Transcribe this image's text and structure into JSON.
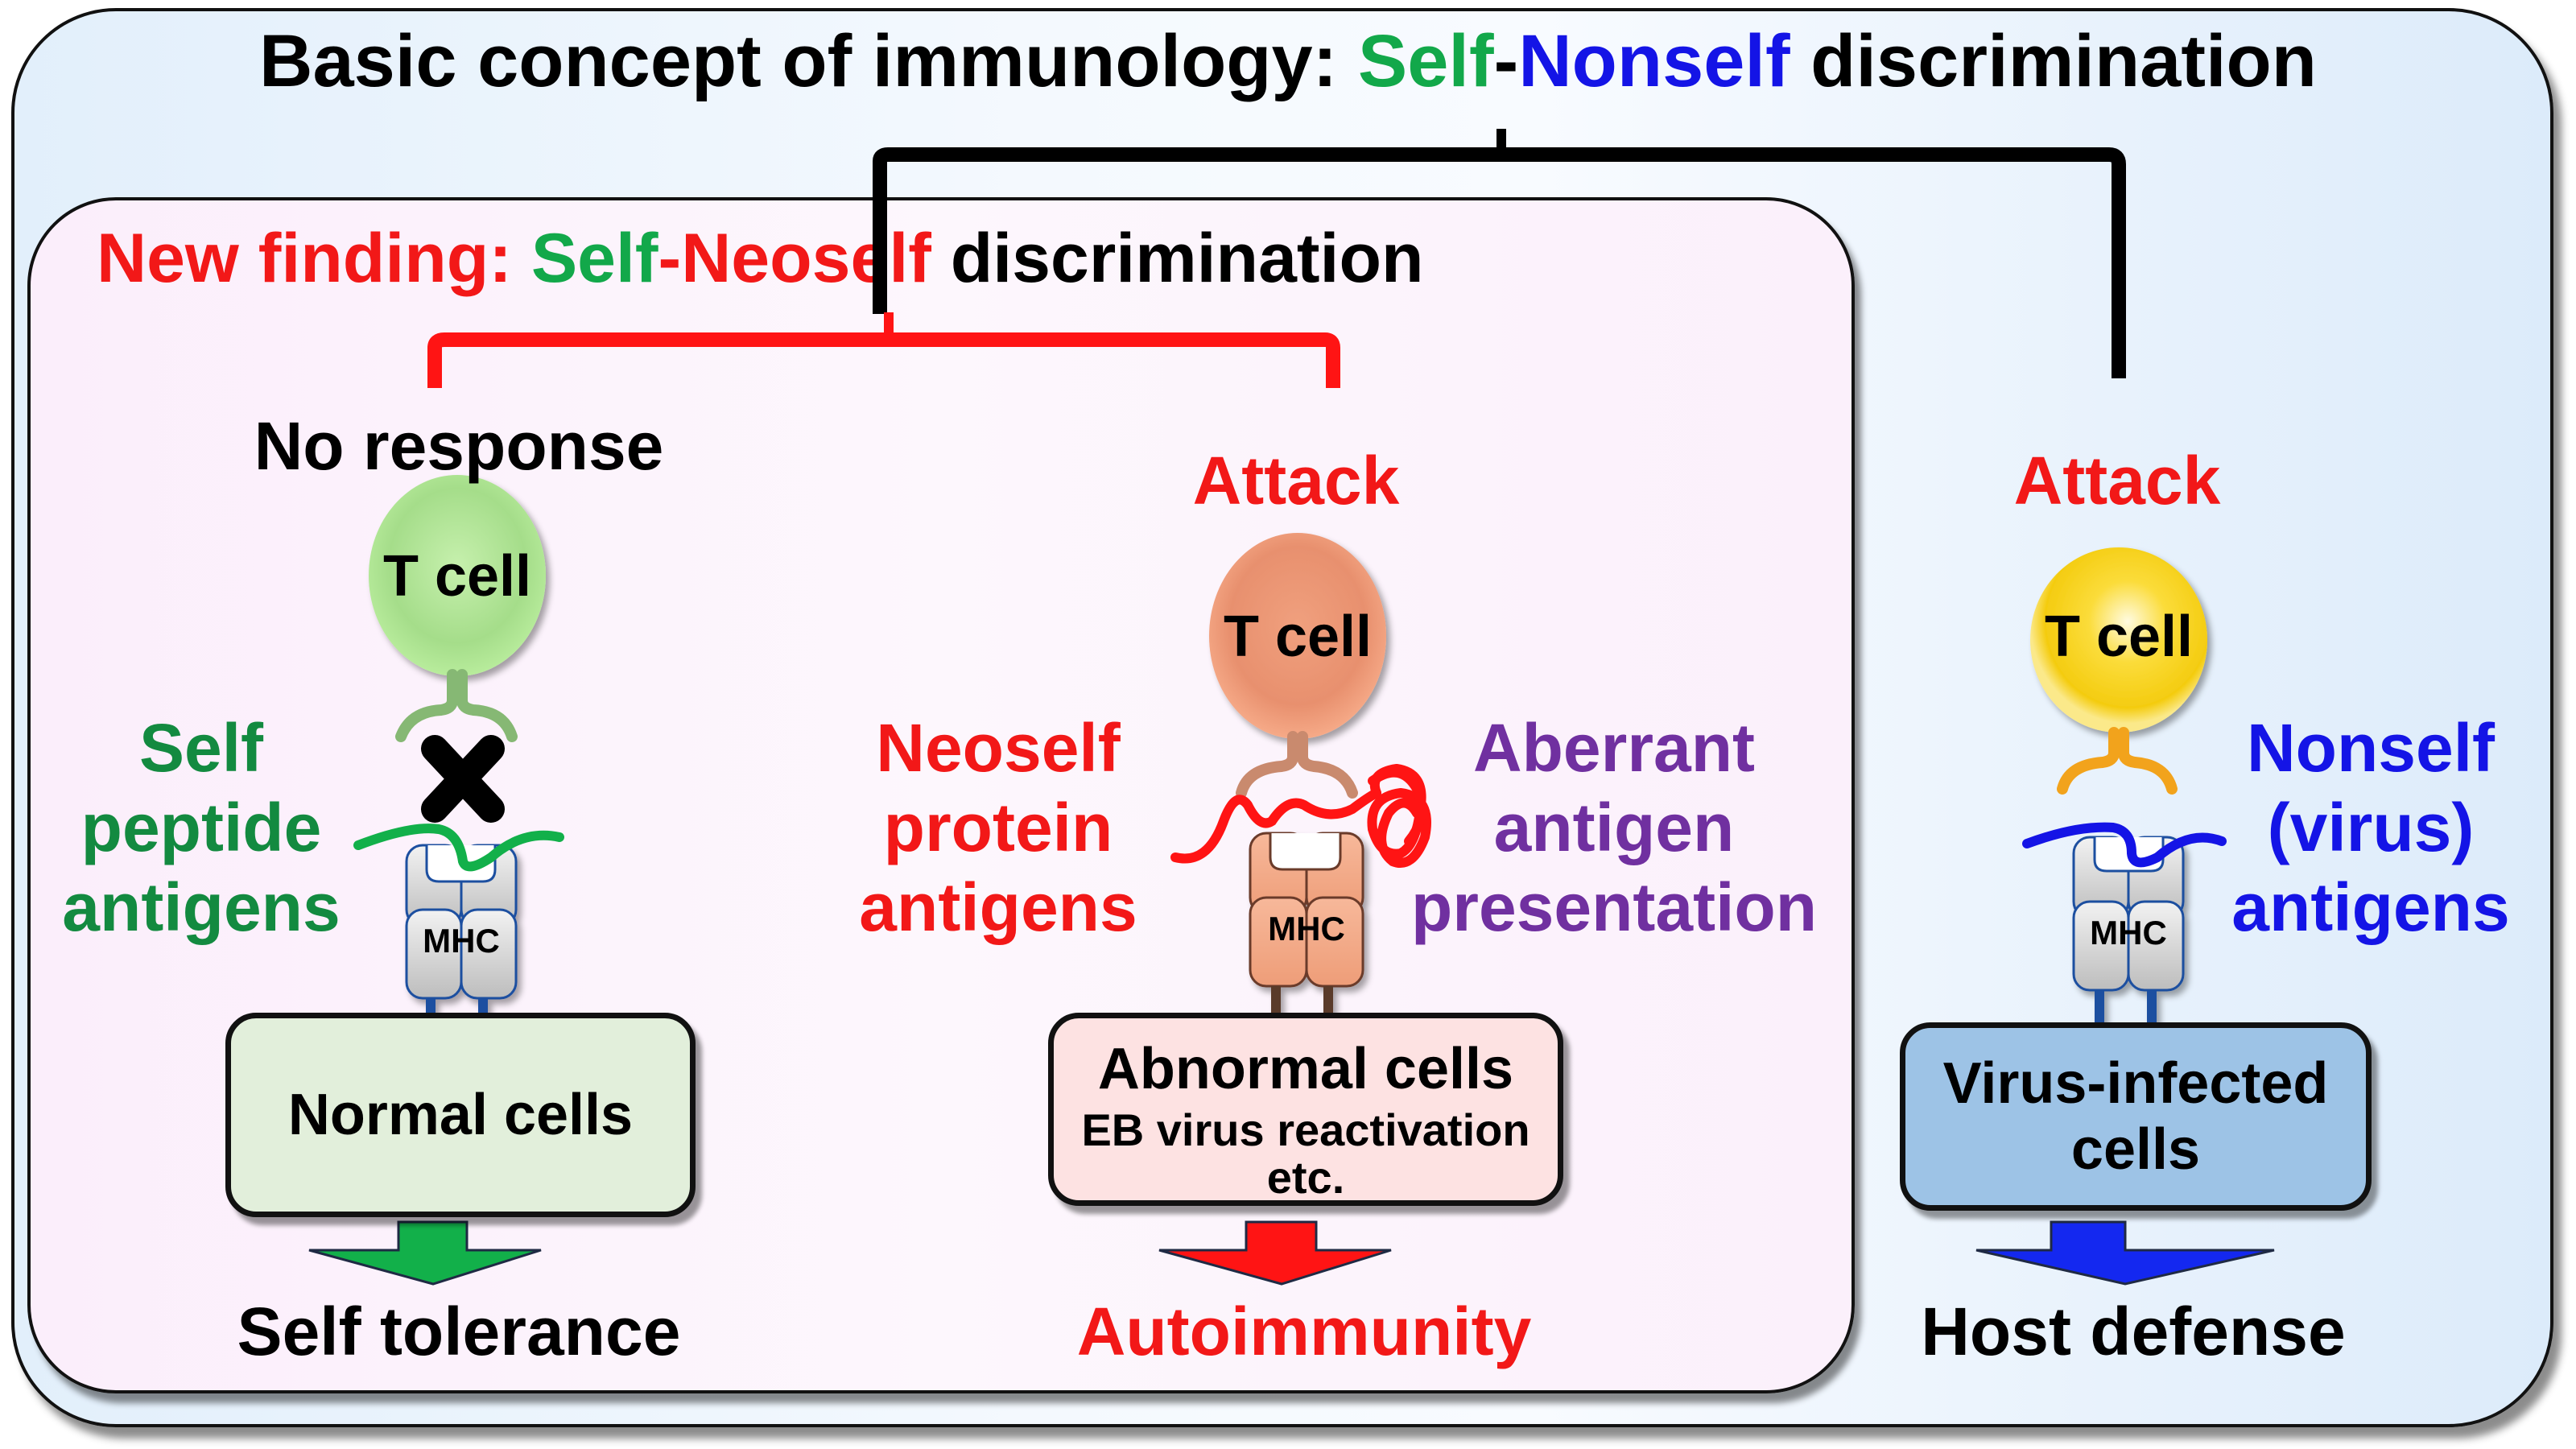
{
  "title": {
    "prefix": "Basic concept of immunology: ",
    "self": "Self",
    "dash": "-",
    "nonself": "Nonself",
    "suffix": " discrimination"
  },
  "new_finding": {
    "prefix": "New finding: ",
    "self": "Self",
    "dash": "-",
    "neoself": "Neoself",
    "suffix": " discrimination"
  },
  "columns": [
    {
      "response": "No response",
      "t_cell_label": "T cell",
      "antigen_lines": [
        "Self",
        "peptide",
        "antigens"
      ],
      "mhc_label": "MHC",
      "blocked_marker": "x-mark",
      "target_cell": "Normal cells",
      "target_detail": [],
      "outcome": "Self tolerance",
      "colors": {
        "t_cell": "#a8e08c",
        "receptor": "#86b874",
        "antigen": "#12b04a",
        "mhc": "#d0d0d0",
        "mhc_border": "#1f4fa0",
        "box": "#e2efdb",
        "arrow": "#12b04a"
      }
    },
    {
      "response": "Attack",
      "t_cell_label": "T cell",
      "antigen_lines": [
        "Neoself",
        "protein",
        "antigens"
      ],
      "side_note_lines": [
        "Aberrant",
        "antigen",
        "presentation"
      ],
      "mhc_label": "MHC",
      "target_cell": "Abnormal cells",
      "target_detail": [
        "EB virus reactivation",
        "etc."
      ],
      "outcome": "Autoimmunity",
      "colors": {
        "t_cell": "#f4a582",
        "receptor": "#c98a6e",
        "antigen": "#ff1414",
        "mhc": "#f4a582",
        "mhc_border": "#6b3a2a",
        "box": "#fde2e2",
        "arrow": "#ff1414"
      }
    },
    {
      "response": "Attack",
      "t_cell_label": "T cell",
      "antigen_lines": [
        "Nonself",
        "(virus)",
        "antigens"
      ],
      "mhc_label": "MHC",
      "target_cell": "Virus-infected",
      "target_detail": [
        "cells"
      ],
      "outcome": "Host defense",
      "colors": {
        "t_cell": "#f8d21a",
        "receptor": "#f2a31c",
        "antigen": "#1414e6",
        "mhc": "#d0d0d0",
        "mhc_border": "#1f4fa0",
        "box": "#9dc3e6",
        "arrow": "#1428f0"
      }
    }
  ]
}
